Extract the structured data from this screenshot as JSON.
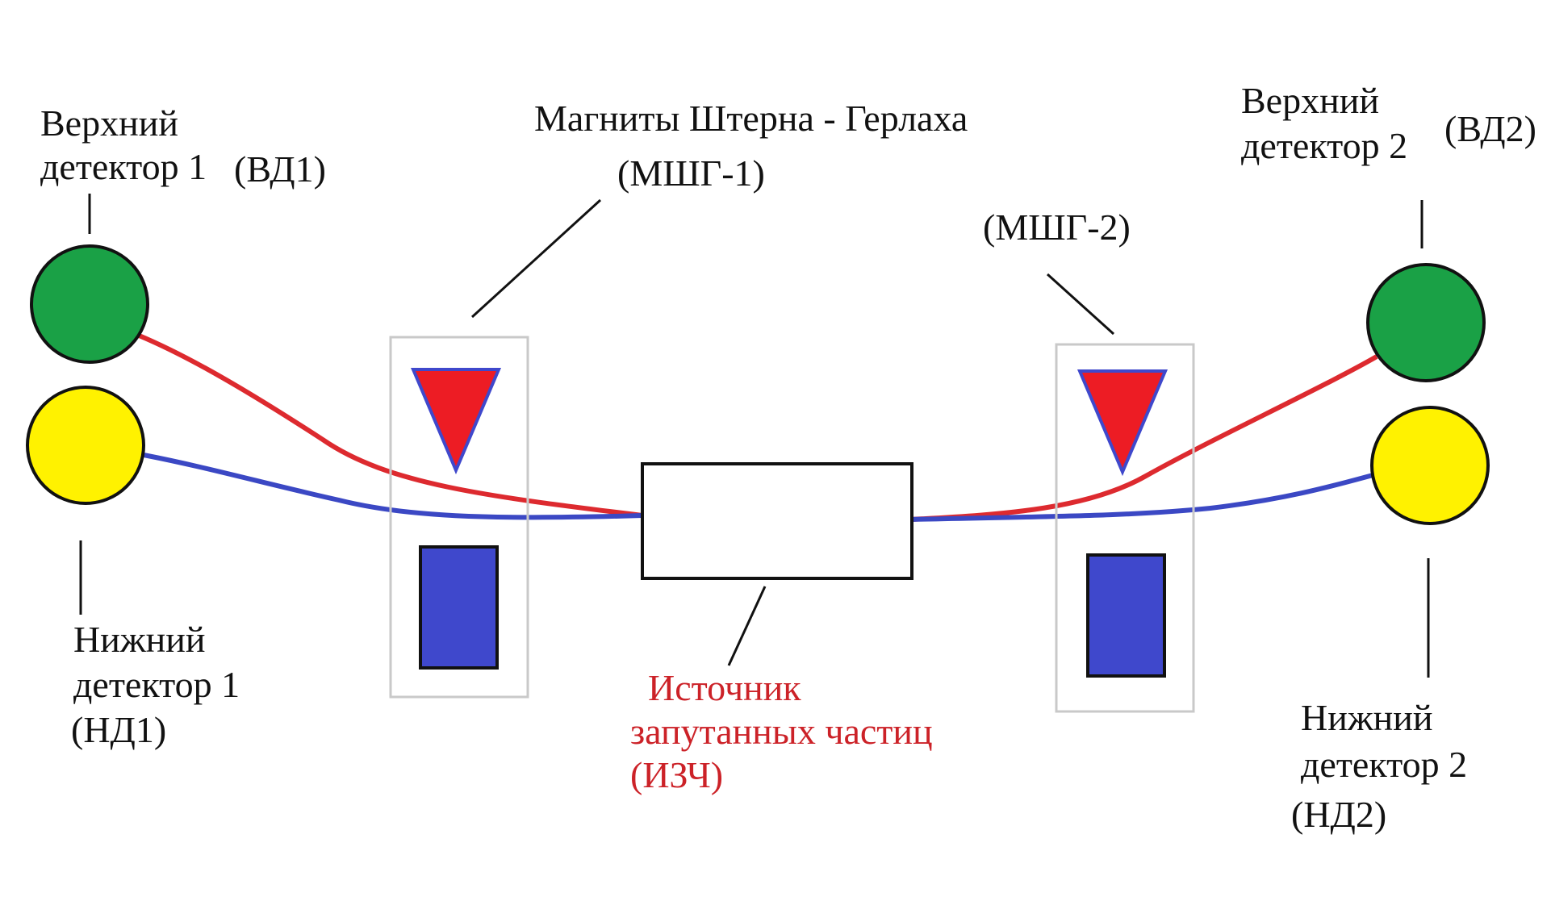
{
  "labels": {
    "upper_det_1": {
      "line1": "Верхний",
      "line2": "детектор 1",
      "abbr": "(ВД1)"
    },
    "lower_det_1": {
      "line1": "Нижний",
      "line2": "детектор 1",
      "abbr": "(НД1)"
    },
    "upper_det_2": {
      "line1": "Верхний",
      "line2": "детектор 2",
      "abbr": "(ВД2)"
    },
    "lower_det_2": {
      "line1": "Нижний",
      "line2": "детектор 2",
      "abbr": "(НД2)"
    },
    "magnets_1": {
      "title": "Магниты Штерна - Герлаха",
      "abbr": "(МШГ-1)"
    },
    "magnets_2": {
      "abbr": "(МШГ-2)"
    },
    "source": {
      "line1": "Источник",
      "line2": "запутанных частиц",
      "abbr": "(ИЗЧ)"
    }
  },
  "colors": {
    "upper_detector": "#1aa146",
    "lower_detector": "#fff200",
    "upper_beam": "#dd2a2f",
    "lower_beam": "#3b48c4",
    "north_pole": "#ed1c24",
    "south_pole": "#3f48cc",
    "source_label": "#cc2228"
  }
}
